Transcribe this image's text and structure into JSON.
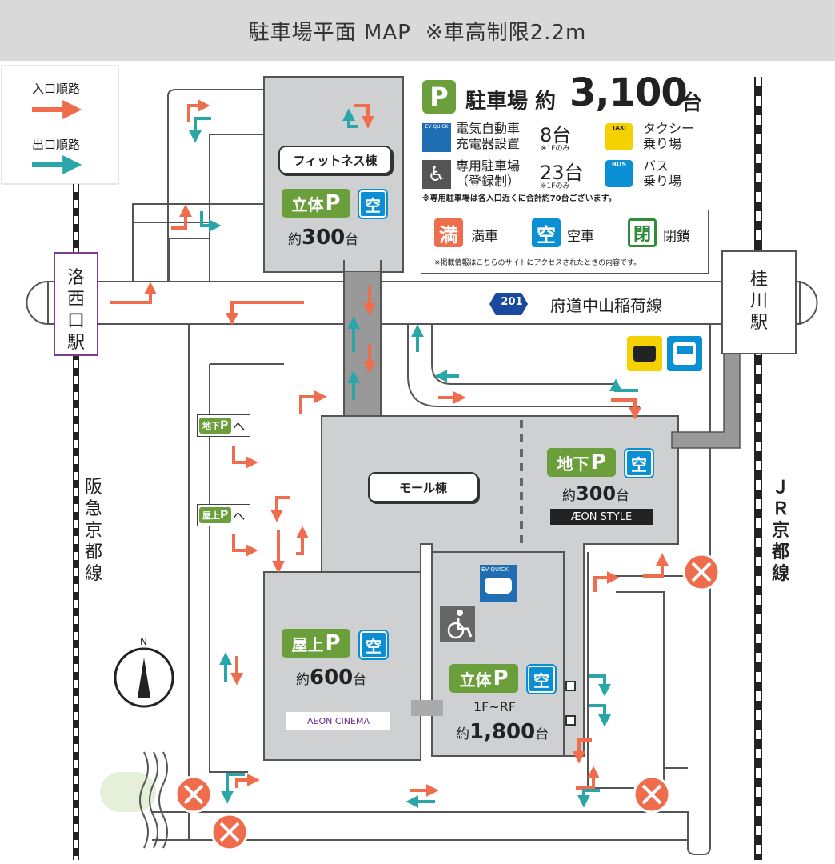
{
  "header": {
    "title": "駐車場平面 MAP",
    "note": "※車高制限2.2m"
  },
  "legend": {
    "entry_label": "入口順路",
    "exit_label": "出口順路",
    "entry_color": "#ef6c4c",
    "exit_color": "#2ba6a8"
  },
  "summary": {
    "p_letter": "P",
    "title_prefix": "駐車場 約",
    "total": "3,100",
    "unit": "台",
    "ev_badge": "EV QUICK",
    "ev_label_line1": "電気自動車",
    "ev_label_line2": "充電器設置",
    "ev_count": "8台",
    "ev_note": "※1Fのみ",
    "taxi_badge": "TAXI",
    "taxi_label_line1": "タクシー",
    "taxi_label_line2": "乗り場",
    "hc_label_line1": "専用駐車場",
    "hc_label_line2": "（登録制）",
    "hc_count": "23台",
    "hc_note": "※1Fのみ",
    "bus_badge": "BUS",
    "bus_label_line1": "バス",
    "bus_label_line2": "乗り場",
    "footnote": "※専用駐車場は各入口近くに合計約70台ございます。"
  },
  "status_legend": {
    "full_char": "満",
    "full_label": "満車",
    "vacant_char": "空",
    "vacant_label": "空車",
    "closed_char": "閉",
    "closed_label": "閉鎖",
    "note": "※掲載情報はこちらのサイトにアクセスされたときの内容です。"
  },
  "road": {
    "route_number": "201",
    "route_name": "府道中山稲荷線"
  },
  "stations": {
    "rakusai": "洛西口駅",
    "katsuragawa": "桂川駅"
  },
  "railways": {
    "hankyu": "阪急京都線",
    "jr": "ＪＲ京都線"
  },
  "buildings": {
    "fitness": "フィットネス棟",
    "mall": "モール棟"
  },
  "lots": {
    "fitness": {
      "type": "立体",
      "p": "P",
      "status": "空",
      "capacity_prefix": "約",
      "capacity": "300",
      "unit": "台"
    },
    "basement": {
      "type": "地下",
      "p": "P",
      "status": "空",
      "capacity_prefix": "約",
      "capacity": "300",
      "unit": "台",
      "brand": "ÆON STYLE"
    },
    "rooftop": {
      "type": "屋上",
      "p": "P",
      "status": "空",
      "capacity_prefix": "約",
      "capacity": "600",
      "unit": "台",
      "brand": "AEON CINEMA"
    },
    "multi": {
      "type": "立体",
      "p": "P",
      "status": "空",
      "floors": "1F~RF",
      "capacity_prefix": "約",
      "capacity": "1,800",
      "unit": "台"
    }
  },
  "signs": {
    "to_basement_type": "地下",
    "to_basement_p": "P",
    "to_basement_dir": "へ",
    "to_rooftop_type": "屋上",
    "to_rooftop_p": "P",
    "to_rooftop_dir": "へ"
  },
  "compass": {
    "north": "N"
  },
  "map_ev_badge": "EV QUICK",
  "colors": {
    "lot_fill": "#cfd0d2",
    "road_outline": "#555555",
    "green": "#6a9f3c",
    "blue": "#0a8fd4",
    "orange": "#ef6c4c",
    "teal": "#2ba6a8"
  }
}
